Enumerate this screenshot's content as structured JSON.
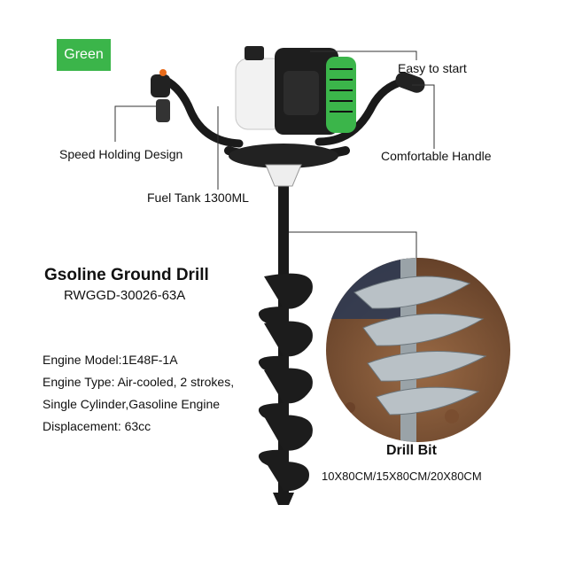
{
  "badge": {
    "label": "Green",
    "color": "#3bb54a"
  },
  "callouts": {
    "easy_start": "Easy to start",
    "speed_holding": "Speed Holding Design",
    "comfortable_handle": "Comfortable Handle",
    "fuel_tank": "Fuel Tank 1300ML"
  },
  "product": {
    "title": "Gsoline Ground Drill",
    "model": "RWGGD-30026-63A"
  },
  "specs": [
    "Engine Model:1E48F-1A",
    "Engine Type: Air-cooled, 2 strokes,",
    "Single Cylinder,Gasoline Engine",
    "Displacement: 63cc"
  ],
  "drill_bit": {
    "title": "Drill Bit",
    "sizes": "10X80CM/15X80CM/20X80CM"
  },
  "colors": {
    "engine_green": "#3bb54a",
    "frame": "#1a1a1a",
    "soil": "#8a5a3a"
  }
}
